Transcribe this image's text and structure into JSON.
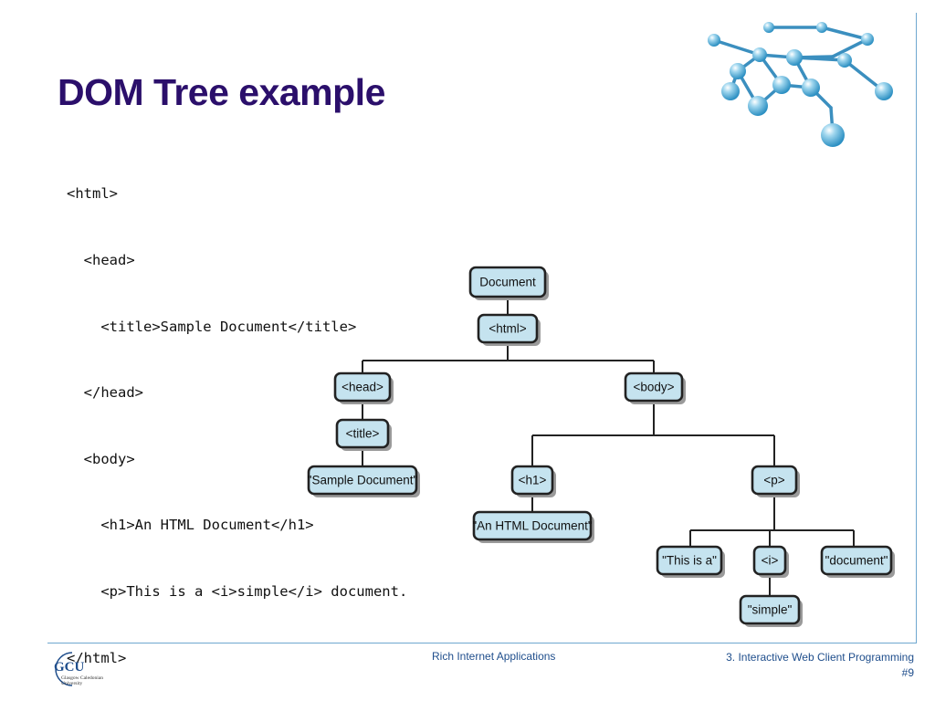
{
  "slide": {
    "title": "DOM Tree example",
    "code_lines": [
      "<html>",
      "  <head>",
      "    <title>Sample Document</title>",
      "  </head>",
      "  <body>",
      "    <h1>An HTML Document</h1>",
      "    <p>This is a <i>simple</i> document.",
      "</html>"
    ]
  },
  "tree": {
    "nodes": {
      "document": "Document",
      "html": "<html>",
      "head": "<head>",
      "body": "<body>",
      "title": "<title>",
      "sample_document": "\"Sample Document\"",
      "h1": "<h1>",
      "p": "<p>",
      "an_html_document": "\"An HTML Document\"",
      "this_is_a": "\"This is a\"",
      "i": "<i>",
      "document_text": "\"document\"",
      "simple": "\"simple\""
    },
    "colors": {
      "node_fill": "#c5e3ef",
      "node_stroke": "#222222"
    }
  },
  "footer": {
    "course": "Rich Internet Applications",
    "lecture": "3. Interactive Web Client Programming",
    "slide_number": "#9",
    "logo_text": "GCU",
    "logo_subtext_1": "Glasgow Caledonian",
    "logo_subtext_2": "University"
  },
  "theme": {
    "title_color": "#2b0f6b",
    "footer_color": "#1f4e8c",
    "rule_color": "#6fa7cf"
  }
}
